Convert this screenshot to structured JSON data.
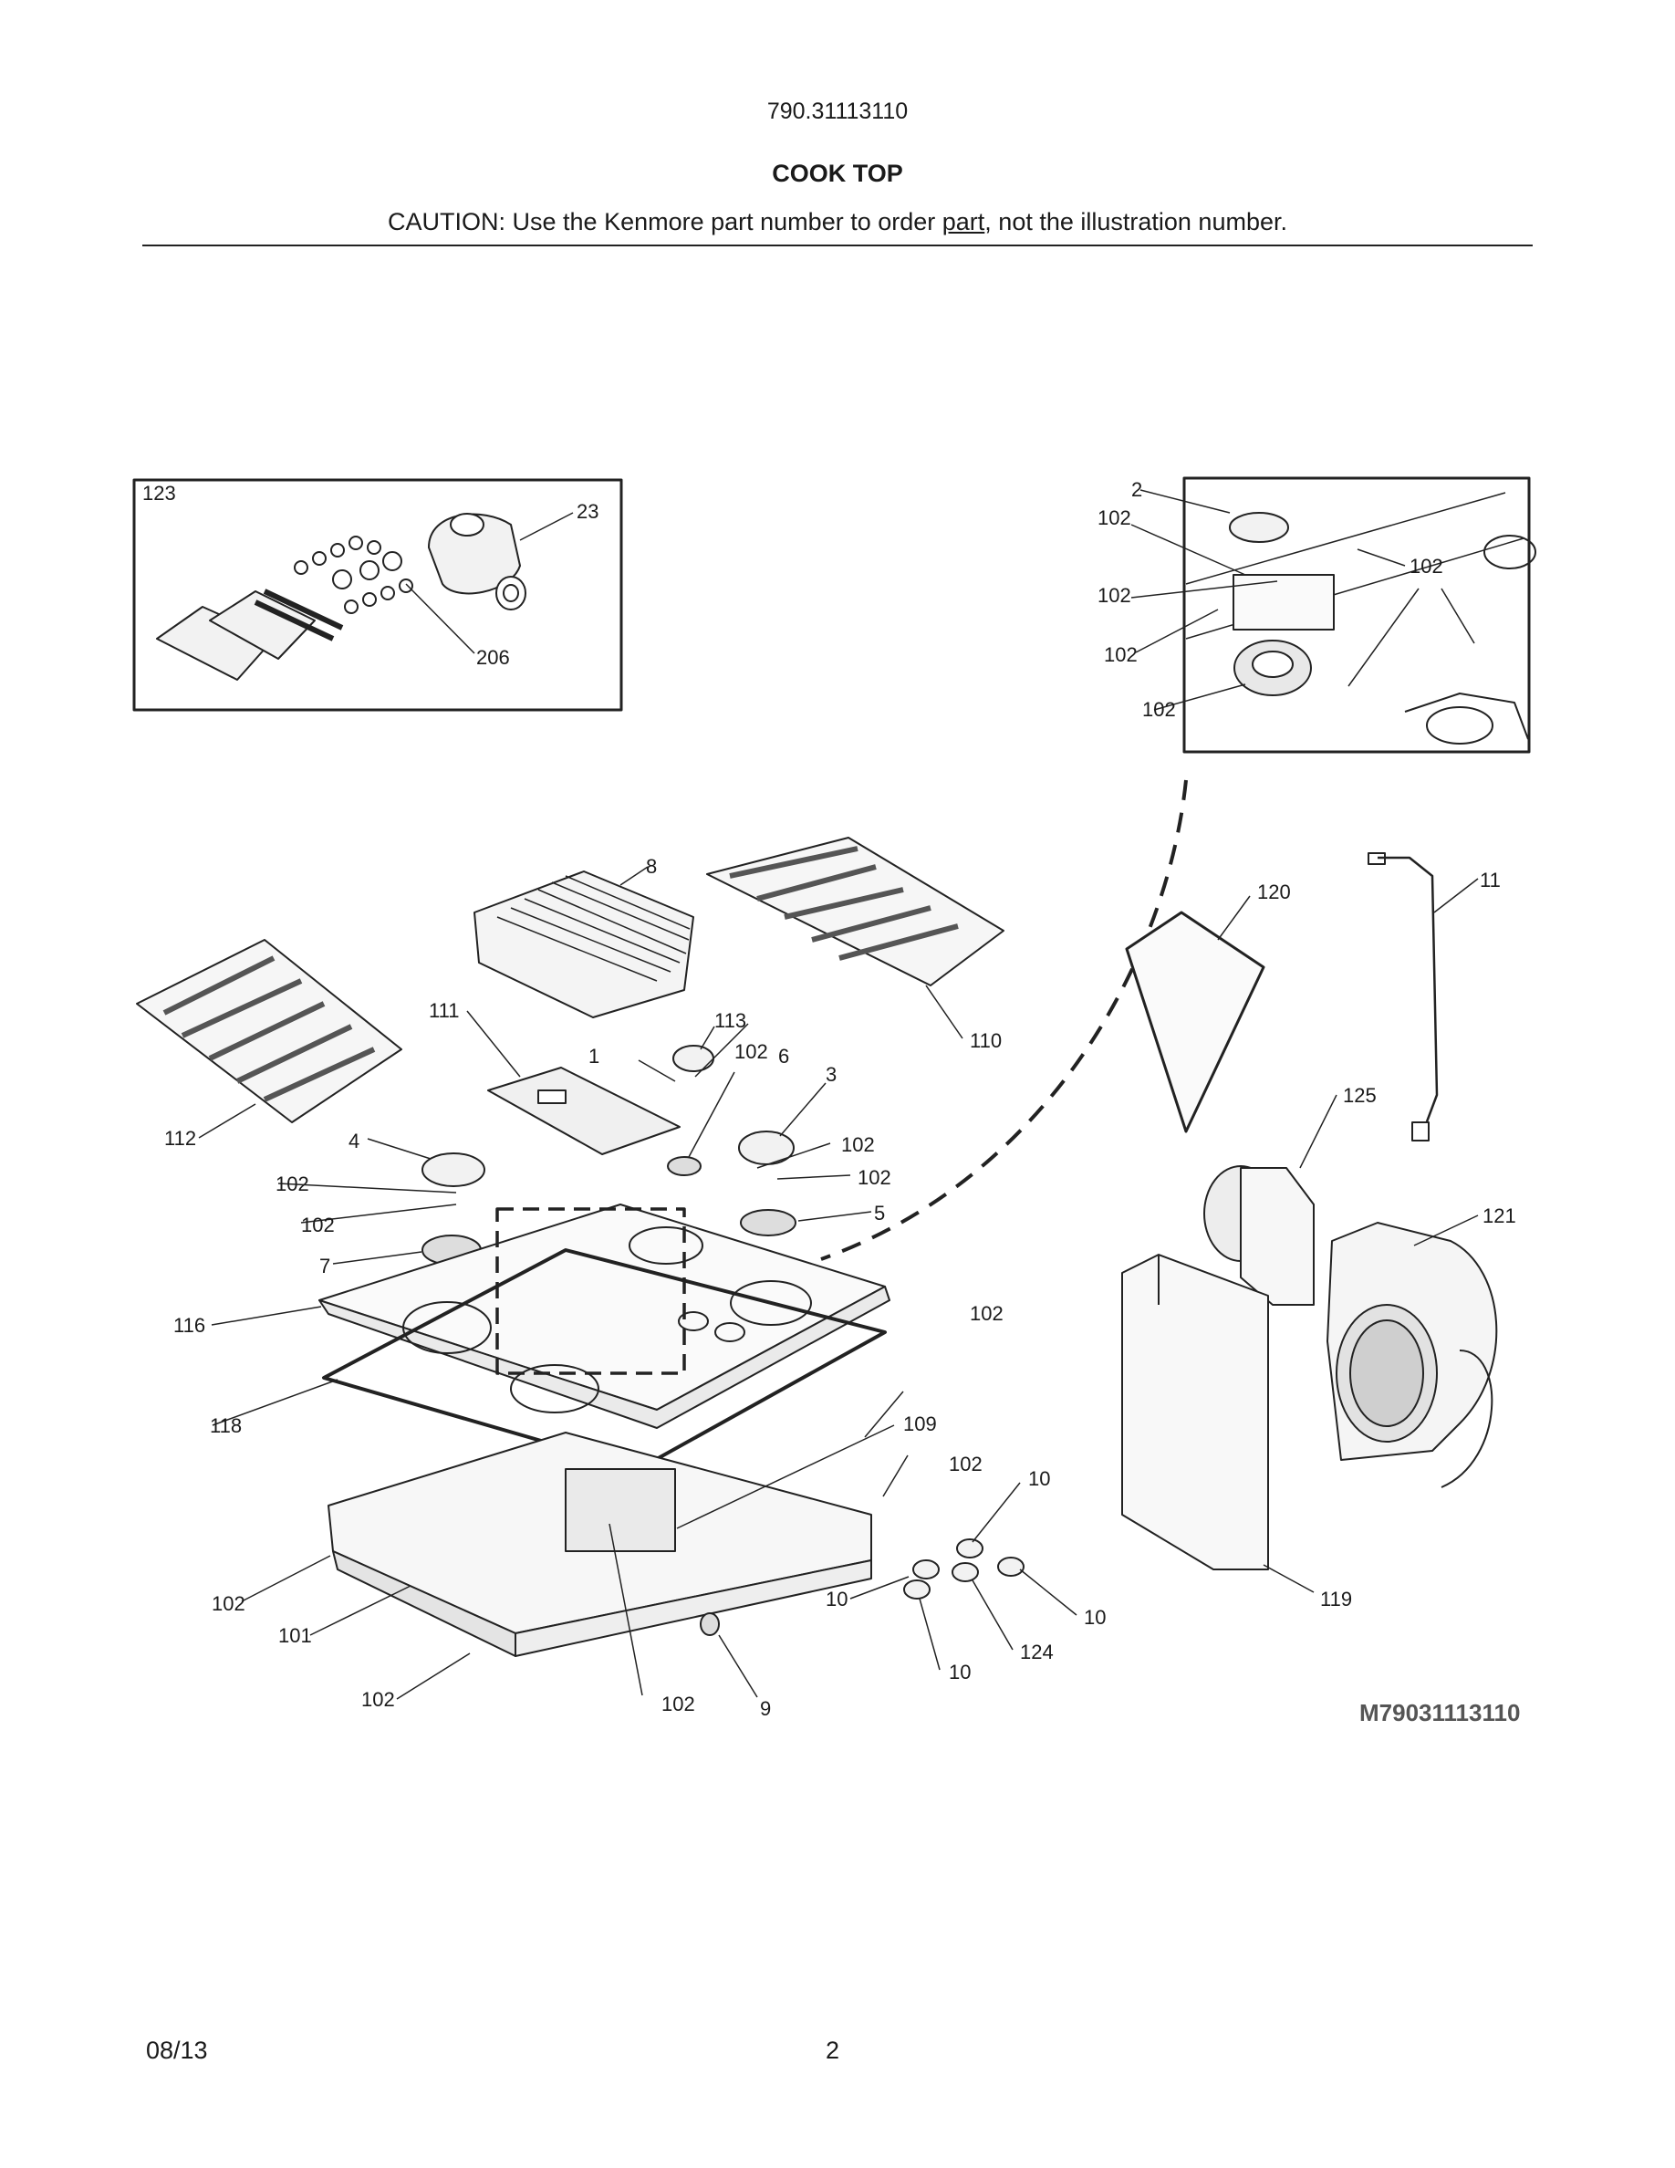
{
  "header": {
    "model_number": "790.31113110",
    "section_title": "COOK TOP",
    "caution_prefix": "CAUTION: Use the Kenmore part number to order ",
    "caution_underlined": "part",
    "caution_suffix": ", not the illustration number."
  },
  "diagram": {
    "diagram_id": "M79031113110",
    "callouts": [
      "123",
      "23",
      "206",
      "2",
      "102",
      "102",
      "102",
      "102",
      "102",
      "8",
      "110",
      "112",
      "111",
      "113",
      "1",
      "102",
      "6",
      "3",
      "4",
      "102",
      "102",
      "102",
      "5",
      "102",
      "7",
      "116",
      "120",
      "11",
      "125",
      "121",
      "102",
      "118",
      "109",
      "102",
      "10",
      "10",
      "10",
      "10",
      "124",
      "119",
      "102",
      "101",
      "102",
      "102",
      "9"
    ]
  },
  "footer": {
    "date": "08/13",
    "page_number": "2"
  }
}
